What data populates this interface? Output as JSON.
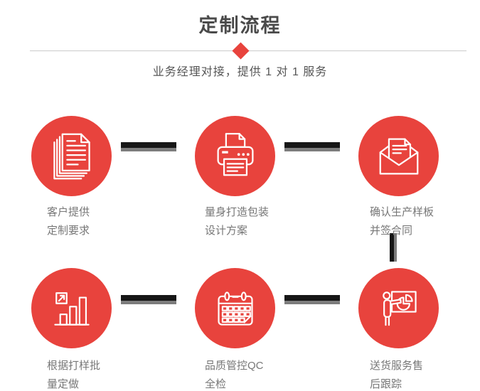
{
  "page": {
    "title": "定制流程",
    "subtitle": "业务经理对接，提供 1 对 1 服务",
    "accent_color": "#e8433d",
    "title_color": "#4a4a4a",
    "label_color": "#777777",
    "connector_dark": "#161616",
    "connector_gray": "#7d7d7d"
  },
  "steps": [
    {
      "icon": "documents-icon",
      "label_line1": "客户提供",
      "label_line2": "定制要求"
    },
    {
      "icon": "printer-icon",
      "label_line1": "量身打造包装",
      "label_line2": "设计方案"
    },
    {
      "icon": "envelope-icon",
      "label_line1": "确认生产样板",
      "label_line2": "并签合同"
    },
    {
      "icon": "bar-chart-icon",
      "label_line1": "根据打样批",
      "label_line2": "量定做"
    },
    {
      "icon": "calendar-icon",
      "label_line1": "品质管控QC",
      "label_line2": "全检"
    },
    {
      "icon": "presentation-icon",
      "label_line1": "送货服务售",
      "label_line2": "后跟踪"
    }
  ]
}
